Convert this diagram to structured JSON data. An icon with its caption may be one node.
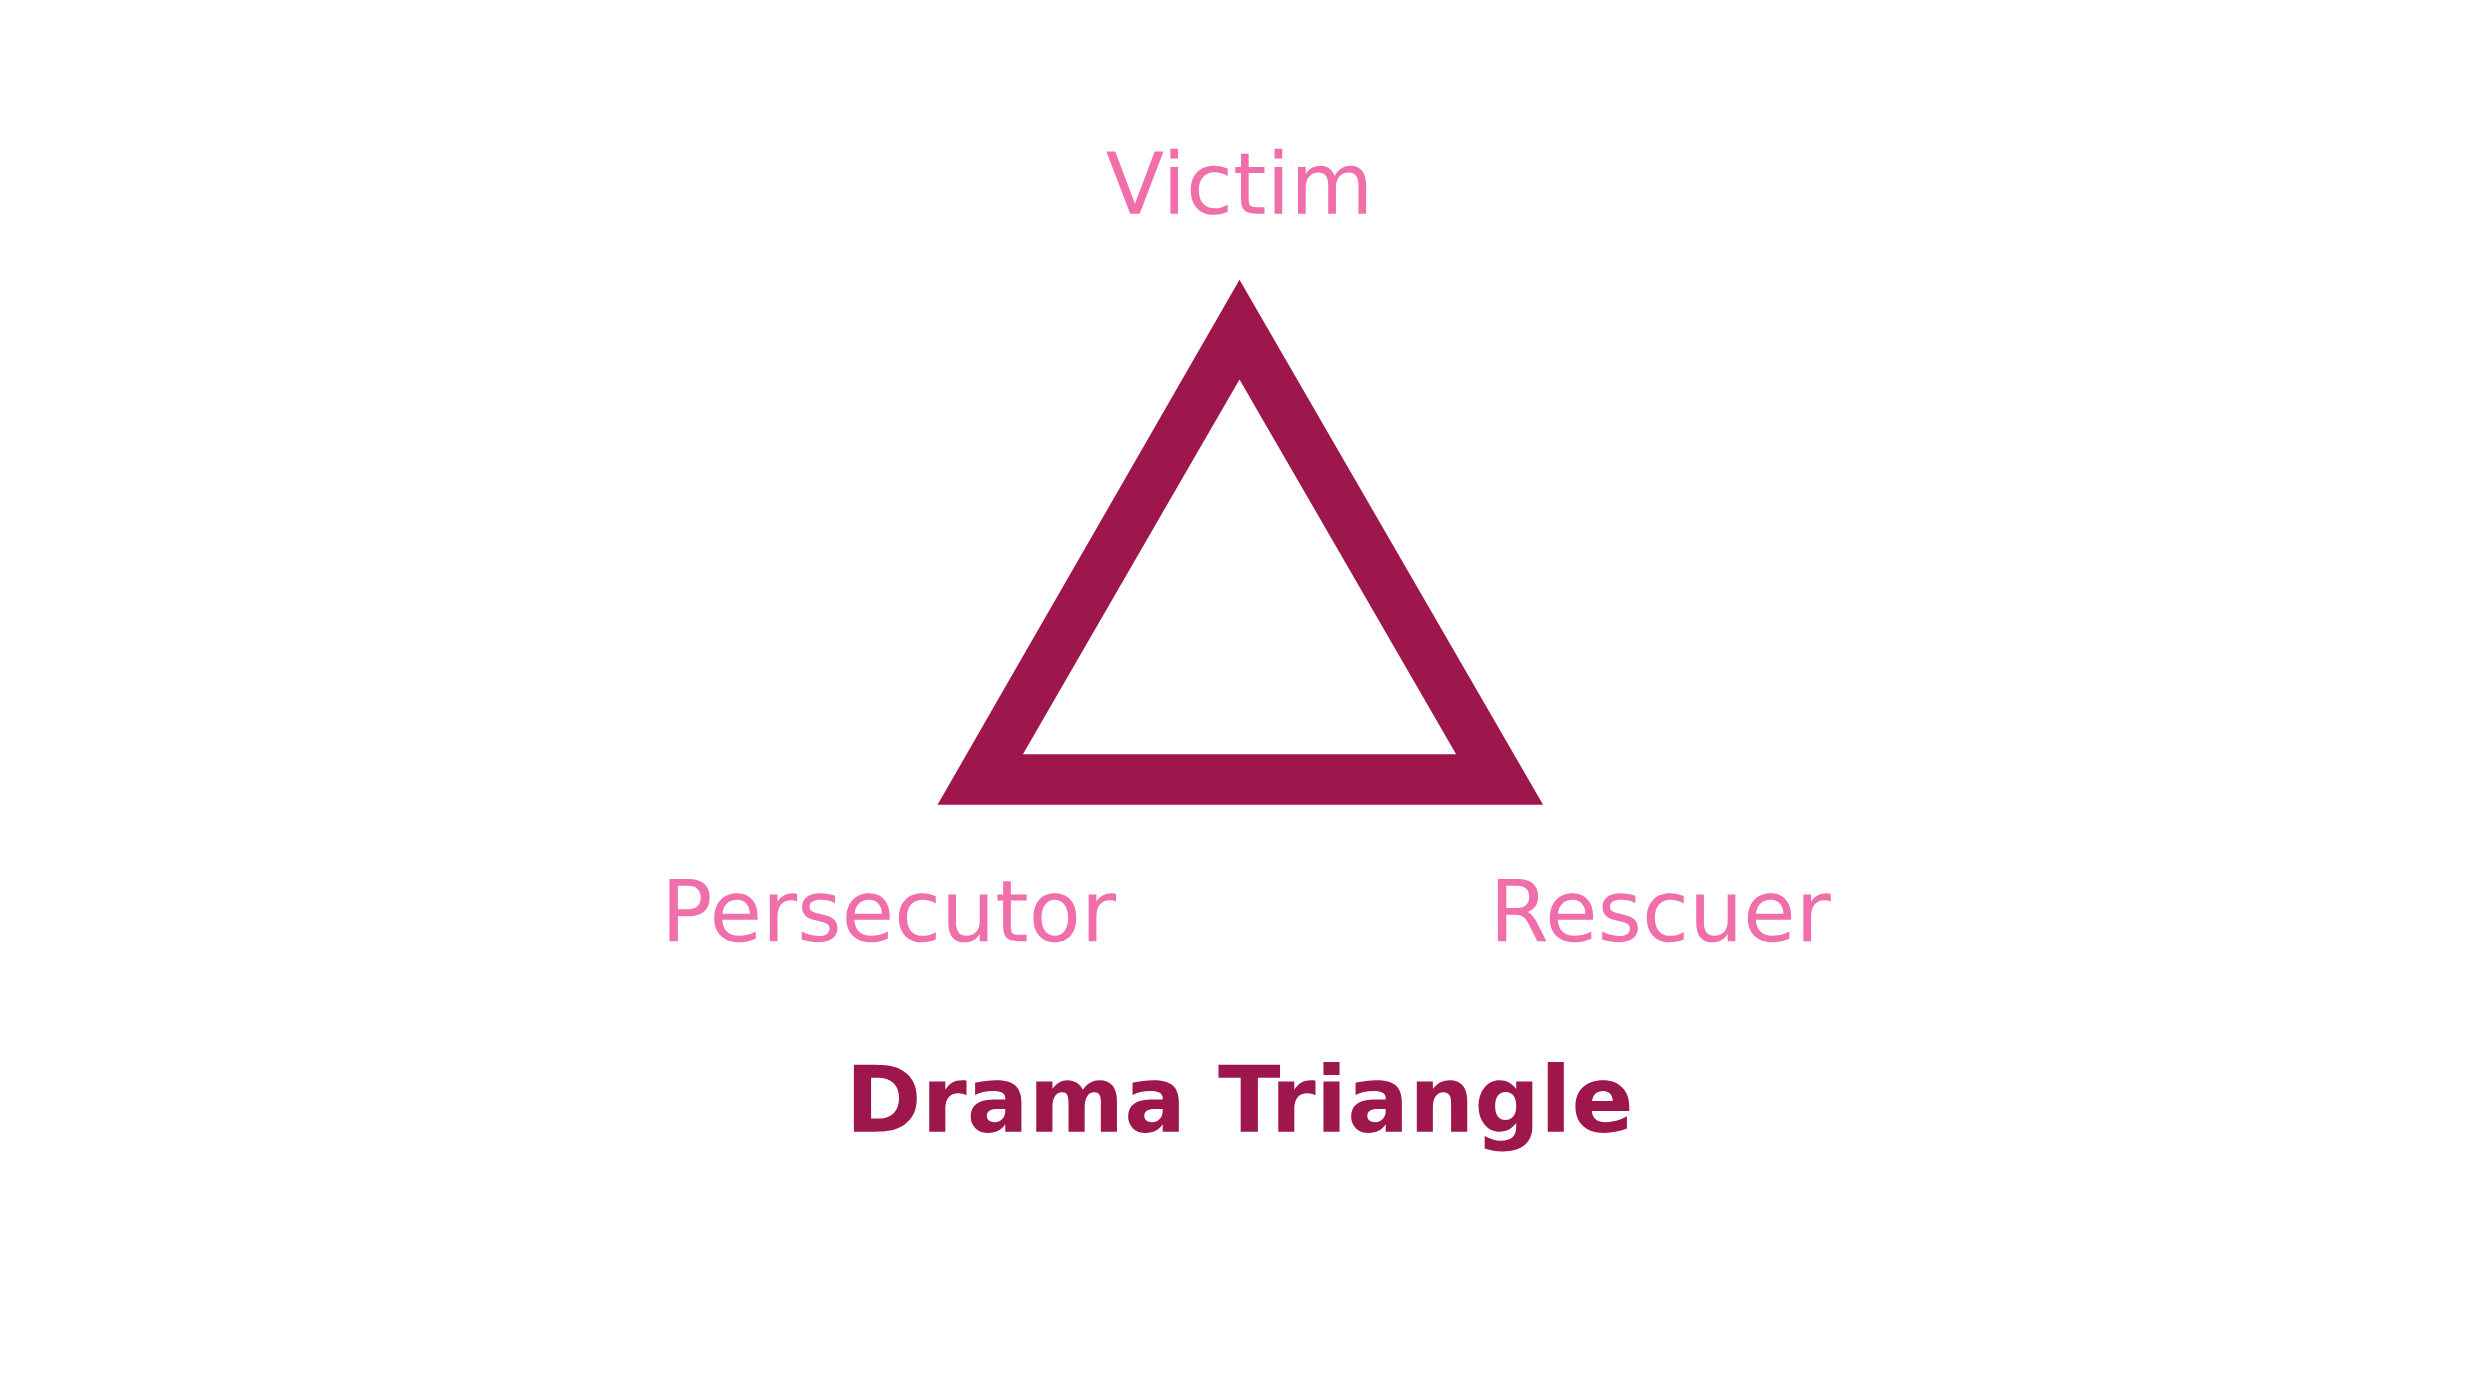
{
  "diagram": {
    "title": "Drama Triangle",
    "labels": [
      "Victim",
      "Persecutor",
      "Rescuer"
    ]
  }
}
